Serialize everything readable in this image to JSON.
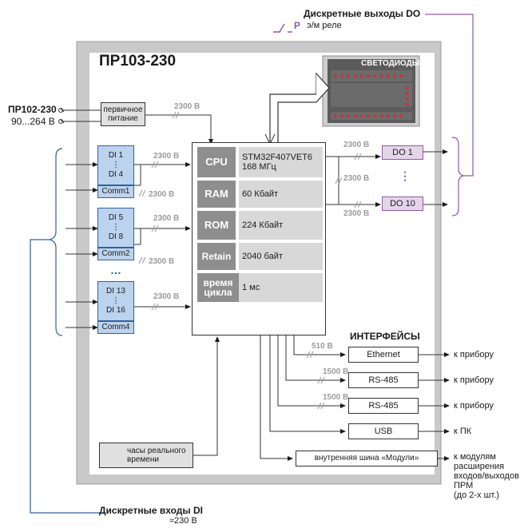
{
  "title": "ПР103-230",
  "power": {
    "device": "ПР102-230",
    "voltage": "90...264 В",
    "primary_power": "первичное питание"
  },
  "leds_label": "СВЕТОДИОДЫ",
  "isolation": {
    "v2300": "2300 В",
    "v510": "510 В",
    "v1500": "1500 В"
  },
  "di_groups": [
    {
      "first": "DI 1",
      "dots": "⋮",
      "last": "DI 4",
      "comm": "Comm1"
    },
    {
      "first": "DI 5",
      "dots": "⋮",
      "last": "DI 8",
      "comm": "Comm2"
    },
    {
      "first": "DI 13",
      "dots": "⋮",
      "last": "DI 16",
      "comm": "Comm4"
    }
  ],
  "di_ellipsis": "…",
  "cpu": [
    {
      "label": "CPU",
      "value_line1": "STM32F407VET6",
      "value_line2": "168 МГц"
    },
    {
      "label": "RAM",
      "value_line1": "60 Кбайт",
      "value_line2": ""
    },
    {
      "label": "ROM",
      "value_line1": "224 Кбайт",
      "value_line2": ""
    },
    {
      "label": "Retain",
      "value_line1": "2040 байт",
      "value_line2": ""
    },
    {
      "label": "время цикла",
      "value_line1": "1 мс",
      "value_line2": ""
    }
  ],
  "outputs": {
    "title": "Дискретные выходы DO",
    "relay_symbol": "Р",
    "relay_note": "э/м реле",
    "do_first": "DO 1",
    "do_dots": "⋮",
    "do_last": "DO 10"
  },
  "interfaces": {
    "title": "ИНТЕРФЕЙСЫ",
    "items": [
      {
        "name": "Ethernet",
        "target": "к прибору"
      },
      {
        "name": "RS-485",
        "target": "к прибору"
      },
      {
        "name": "RS-485",
        "target": "к прибору"
      },
      {
        "name": "USB",
        "target": "к ПК"
      }
    ]
  },
  "bus": {
    "name": "внутренняя шина «Модули»",
    "target_lines": [
      "к модулям",
      "расширения",
      "входов/выходов",
      "ПРМ",
      "(до 2-х шт.)"
    ]
  },
  "rtc": "часы реального времени",
  "inputs": {
    "title": "Дискретные входы DI",
    "voltage": "≈230 В"
  },
  "colors": {
    "panel": "#c9c9c9",
    "panel_border": "#9a9a9a",
    "di_fill": "#bcd3ee",
    "di_border": "#2f62a3",
    "do_fill": "#e4d5ea",
    "do_border": "#8d5ba5",
    "purple": "#8d5ba5",
    "blue": "#2f62a3",
    "led_red": "#e0252f"
  }
}
